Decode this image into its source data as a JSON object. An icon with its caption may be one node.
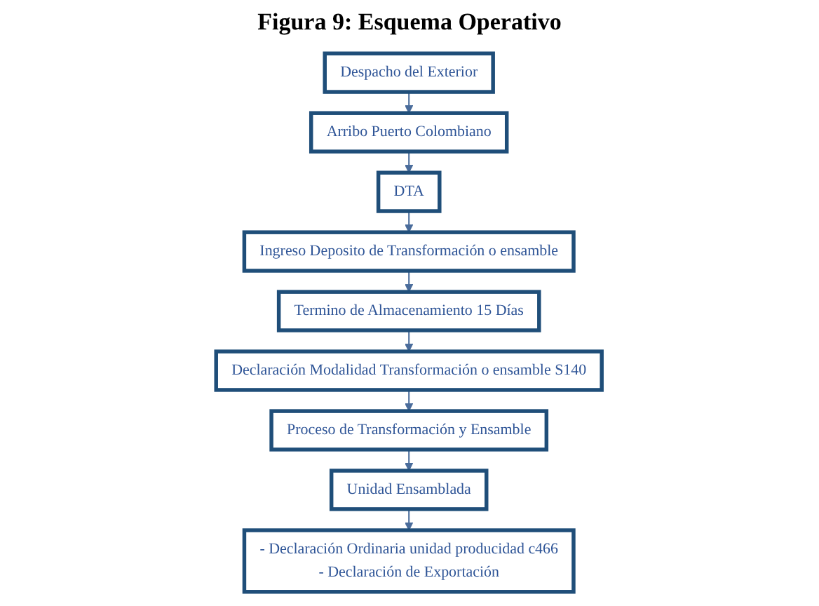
{
  "diagram": {
    "title": "Figura 9: Esquema Operativo",
    "nodes": [
      {
        "text": [
          "Despacho del Exterior"
        ]
      },
      {
        "text": [
          "Arribo Puerto Colombiano"
        ]
      },
      {
        "text": [
          "DTA"
        ]
      },
      {
        "text": [
          "Ingreso Deposito de Transformación o ensamble"
        ]
      },
      {
        "text": [
          "Termino de Almacenamiento 15 Días"
        ]
      },
      {
        "text": [
          "Declaración Modalidad Transformación o ensamble S140"
        ]
      },
      {
        "text": [
          "Proceso de Transformación y Ensamble"
        ]
      },
      {
        "text": [
          "Unidad Ensamblada"
        ]
      },
      {
        "text": [
          "- Declaración Ordinaria unidad producidad c466",
          "- Declaración de Exportación"
        ]
      }
    ],
    "edges": [
      {
        "from": 0,
        "to": 1,
        "arrow": "to"
      },
      {
        "from": 1,
        "to": 2,
        "arrow": "to"
      },
      {
        "from": 2,
        "to": 3,
        "arrow": "to"
      },
      {
        "from": 3,
        "to": 4,
        "arrow": "to"
      },
      {
        "from": 4,
        "to": 5,
        "arrow": "to"
      },
      {
        "from": 5,
        "to": 6,
        "arrow": "to"
      },
      {
        "from": 6,
        "to": 7,
        "arrow": "to"
      },
      {
        "from": 7,
        "to": 8,
        "arrow": "to"
      }
    ]
  }
}
